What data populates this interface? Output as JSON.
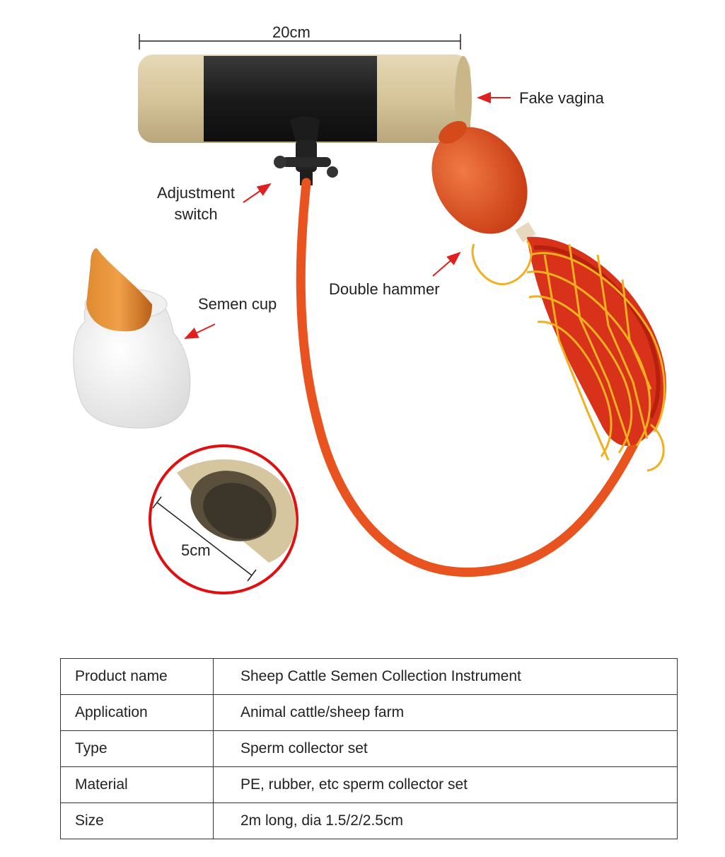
{
  "dimensions": {
    "length": "20cm",
    "diameter": "5cm"
  },
  "labels": {
    "fake_vagina": "Fake vagina",
    "adjustment_switch_line1": "Adjustment",
    "adjustment_switch_line2": "switch",
    "double_hammer": "Double hammer",
    "semen_cup": "Semen cup"
  },
  "colors": {
    "arrow": "#e02020",
    "tube_orange": "#e8531f",
    "beige": "#d8c8a0",
    "black_sleeve": "#1e1e1e",
    "net_yellow": "#f0b020",
    "ring_red": "#e01010"
  },
  "spec_table": [
    {
      "key": "Product name",
      "value": "Sheep Cattle Semen Collection Instrument"
    },
    {
      "key": "Application",
      "value": "Animal cattle/sheep farm"
    },
    {
      "key": "Type",
      "value": "Sperm collector set"
    },
    {
      "key": "Material",
      "value": "PE, rubber, etc sperm collector set"
    },
    {
      "key": "Size",
      "value": "2m long, dia 1.5/2/2.5cm"
    }
  ]
}
